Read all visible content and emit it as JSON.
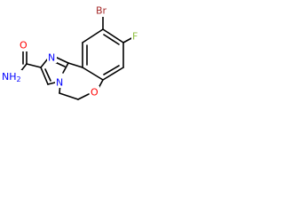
{
  "molecule": {
    "atoms": {
      "Br": "Br",
      "F": "F",
      "O": "O",
      "N_ring": "N",
      "N_imidazole": "N",
      "NH2": "NH",
      "NH2_sub": "2",
      "O_carbonyl": "O"
    }
  },
  "colors": {
    "bond": "#000000",
    "Br": "#a52a2a",
    "F": "#90c040",
    "O": "#ff0000",
    "N": "#0000ff"
  }
}
